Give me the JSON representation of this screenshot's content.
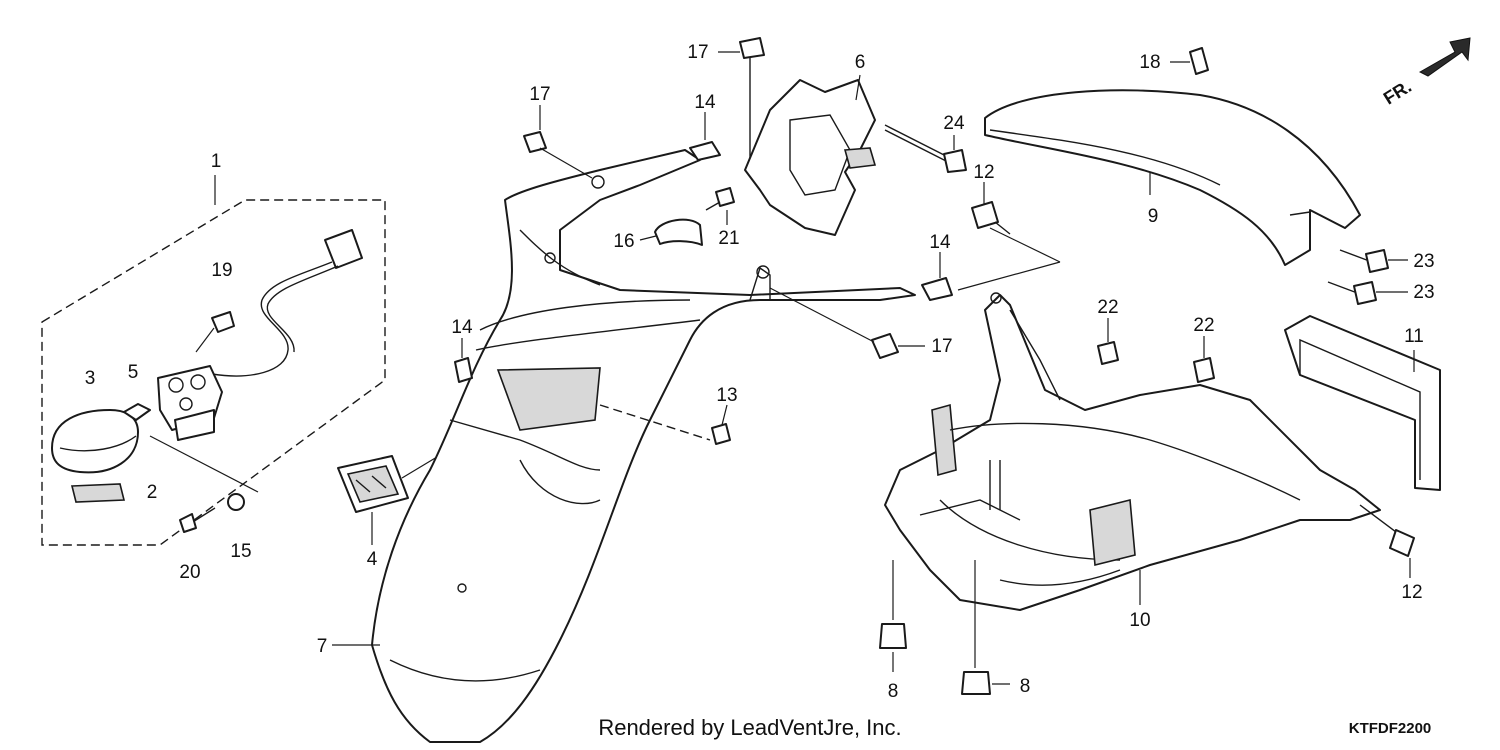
{
  "footer": {
    "rendered_by": "Rendered by LeadVentJre, Inc.",
    "diagram_code": "KTFDF2200"
  },
  "orientation": {
    "label": "FR."
  },
  "callouts": [
    {
      "id": "c1",
      "label": "1"
    },
    {
      "id": "c2",
      "label": "2"
    },
    {
      "id": "c3",
      "label": "3"
    },
    {
      "id": "c4",
      "label": "4"
    },
    {
      "id": "c5",
      "label": "5"
    },
    {
      "id": "c6",
      "label": "6"
    },
    {
      "id": "c7",
      "label": "7"
    },
    {
      "id": "c8a",
      "label": "8"
    },
    {
      "id": "c8b",
      "label": "8"
    },
    {
      "id": "c9",
      "label": "9"
    },
    {
      "id": "c10",
      "label": "10"
    },
    {
      "id": "c11",
      "label": "11"
    },
    {
      "id": "c12a",
      "label": "12"
    },
    {
      "id": "c12b",
      "label": "12"
    },
    {
      "id": "c13",
      "label": "13"
    },
    {
      "id": "c14a",
      "label": "14"
    },
    {
      "id": "c14b",
      "label": "14"
    },
    {
      "id": "c14c",
      "label": "14"
    },
    {
      "id": "c15",
      "label": "15"
    },
    {
      "id": "c16",
      "label": "16"
    },
    {
      "id": "c17a",
      "label": "17"
    },
    {
      "id": "c17b",
      "label": "17"
    },
    {
      "id": "c17c",
      "label": "17"
    },
    {
      "id": "c18",
      "label": "18"
    },
    {
      "id": "c19",
      "label": "19"
    },
    {
      "id": "c20",
      "label": "20"
    },
    {
      "id": "c21",
      "label": "21"
    },
    {
      "id": "c22a",
      "label": "22"
    },
    {
      "id": "c22b",
      "label": "22"
    },
    {
      "id": "c23a",
      "label": "23"
    },
    {
      "id": "c23b",
      "label": "23"
    },
    {
      "id": "c24",
      "label": "24"
    }
  ]
}
